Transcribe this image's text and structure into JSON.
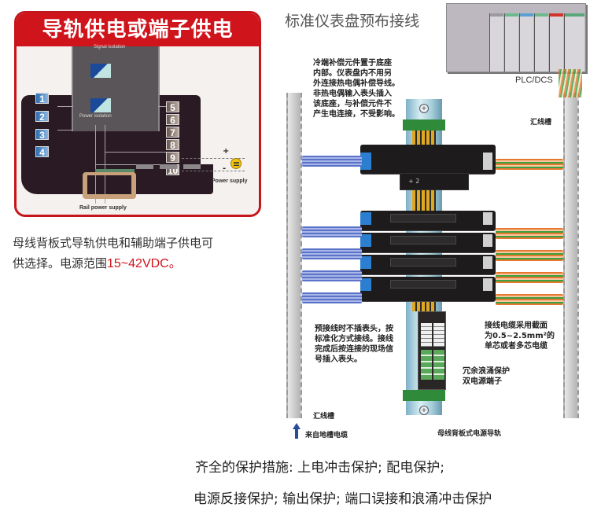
{
  "left_panel": {
    "header": "导轨供电或端子供电",
    "signal_isolation_label": "Signal isolation",
    "power_isolation_label": "Power isolation",
    "input_terminals": [
      "1",
      "2",
      "3",
      "4"
    ],
    "output_terminals": [
      "5",
      "6",
      "7",
      "8",
      "9",
      "10"
    ],
    "power_supply": {
      "plus": "+",
      "minus": "-",
      "label": "Power supply"
    },
    "rail_power_label": "Rail power supply",
    "description_line1": "母线背板式导轨供电和辅助端子供电可",
    "description_line2_prefix": "供选择。电源范围",
    "description_range": "15~42VDC。",
    "accent_color": "#d0141c"
  },
  "right_panel": {
    "title": "标准仪表盘预布接线",
    "plc_label": "PLC/DCS",
    "note_cold_junction": [
      "冷端补偿元件置于底座",
      "内部。仪表盘内不用另",
      "外连接热电偶补偿导线。",
      "非热电偶输入表头插入",
      "该底座，与补偿元件不",
      "产生电连接，不受影响。"
    ],
    "duct_label_right": "汇线槽",
    "note_prewiring": [
      "预接线时不插表头，按",
      "标准化方式接线。接线",
      "完成后按连接的现场信",
      "号插入表头。"
    ],
    "note_cable": [
      "接线电缆采用截面",
      "为0.5~2.5mm²的",
      "单芯或者多芯电缆"
    ],
    "note_redundant": [
      "冗余浪涌保护",
      "双电源端子"
    ],
    "duct_label_left": "汇线槽",
    "from_cable": "来自地槽电缆",
    "rail_label": "母线背板式电源导轨",
    "module_marker": "+ 2"
  },
  "bottom": {
    "line1": "齐全的保护措施: 上电冲击保护; 配电保护;",
    "line2": "电源反接保护; 输出保护; 端口误接和浪涌冲击保护"
  }
}
